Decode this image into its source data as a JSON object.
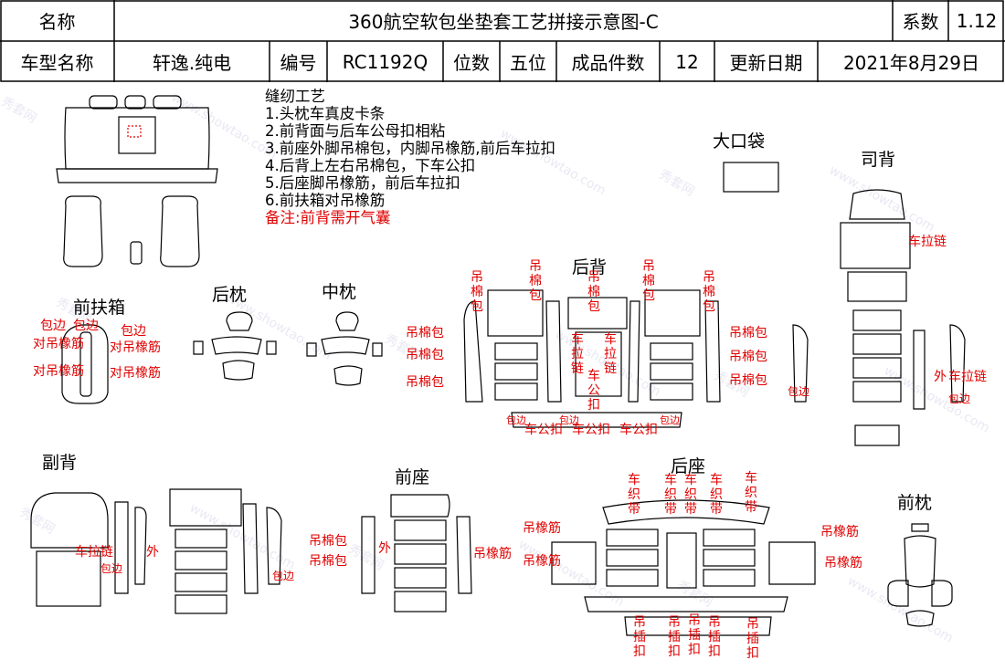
{
  "header": {
    "name_label": "名称",
    "title": "360航空软包坐垫套工艺拼接示意图-C",
    "coef_label": "系数",
    "coef_value": "1.12",
    "model_label": "车型名称",
    "model_value": "轩逸.纯电",
    "code_label": "编号",
    "code_value": "RC1192Q",
    "seats_label": "位数",
    "seats_value": "五位",
    "pieces_label": "成品件数",
    "pieces_value": "12",
    "date_label": "更新日期",
    "date_value": "2021年8月29日"
  },
  "notes": {
    "title": "缝纫工艺",
    "lines": [
      "1.头枕车真皮卡条",
      "2.前背面与后车公母扣相粘",
      "3.前座外脚吊棉包，内脚吊橡筋,前后车拉扣",
      "4.后背上左右吊棉包，下车公扣",
      "5.后座脚吊橡筋，前后车拉扣",
      "6.前扶箱对吊橡筋"
    ],
    "remark": "备注:前背需开气囊"
  },
  "sections": {
    "front_armrest": "前扶箱",
    "rear_headrest": "后枕",
    "middle_headrest": "中枕",
    "rear_back": "后背",
    "big_pocket": "大口袋",
    "driver_back": "司背",
    "passenger_back": "副背",
    "front_seat": "前座",
    "rear_seat": "后座",
    "front_headrest": "前枕"
  },
  "annotations": {
    "bao_bian": "包边",
    "dui_diao_xiangjin": "对吊橡筋",
    "diao_mianbao": "吊棉包",
    "diao_mianbao_v": "吊棉包",
    "che_lalian": "车拉链",
    "che_lalian_v": "车拉链",
    "wai": "外",
    "che_gongkou": "车公扣",
    "che_gongkou_v": "车公扣",
    "diao_xiangjin": "吊橡筋",
    "che_zhidai": "车织带",
    "diao_chakou": "吊插扣"
  },
  "watermark": {
    "text1": "秀套网",
    "text2": "www.showtao.com"
  }
}
